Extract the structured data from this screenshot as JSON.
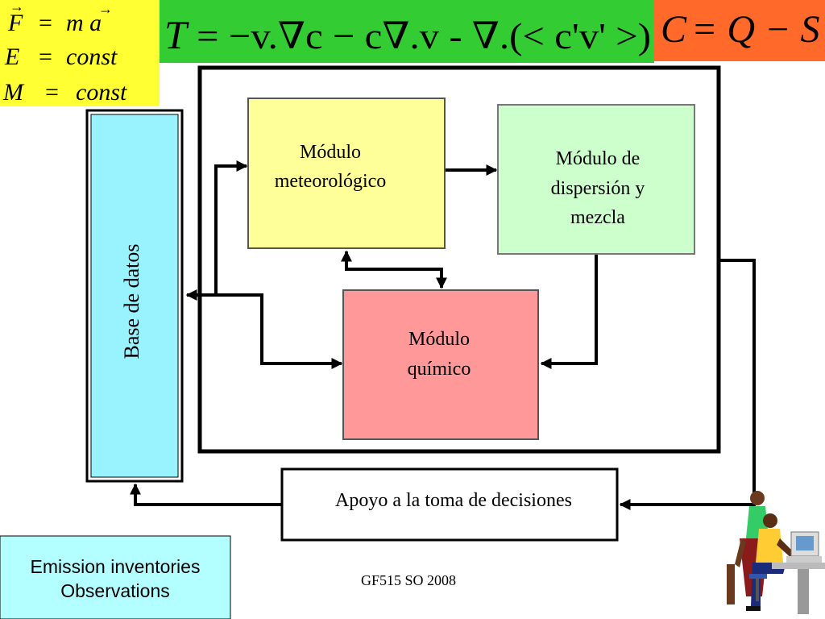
{
  "header": {
    "laws": [
      {
        "lhs": "F",
        "op": "=",
        "rhs": "m a"
      },
      {
        "lhs": "E",
        "op": "=",
        "rhs": "const"
      },
      {
        "lhs": "M",
        "op": "=",
        "rhs": "const"
      }
    ],
    "transport_equation": {
      "lhs": "T",
      "rhs": "= −v.∇c − c∇.v - ∇.(< c'v' >)"
    },
    "balance_equation": {
      "lhs": "C",
      "rhs": "= Q − S"
    }
  },
  "diagram": {
    "database_label": "Base de datos",
    "meteo_module": [
      "Módulo",
      "meteorológico"
    ],
    "dispersion_module": [
      "Módulo de",
      "dispersión y",
      "mezcla"
    ],
    "chemical_module": [
      "Módulo",
      "químico"
    ],
    "decision_support": "Apoyo a la toma de decisiones"
  },
  "inputs_box": [
    "Emission inventories",
    "Observations"
  ],
  "footer": "GF515 SO 2008",
  "colors": {
    "yellow": "#ffff33",
    "green": "#33cc33",
    "orange": "#ff6a2a",
    "cyan": "#99f3ff",
    "meteo": "#ffff99",
    "dispersion": "#ccffcc",
    "chemical": "#ff9999",
    "inputs": "#b3ffff"
  },
  "icons": [
    "office-workers-clipart"
  ]
}
